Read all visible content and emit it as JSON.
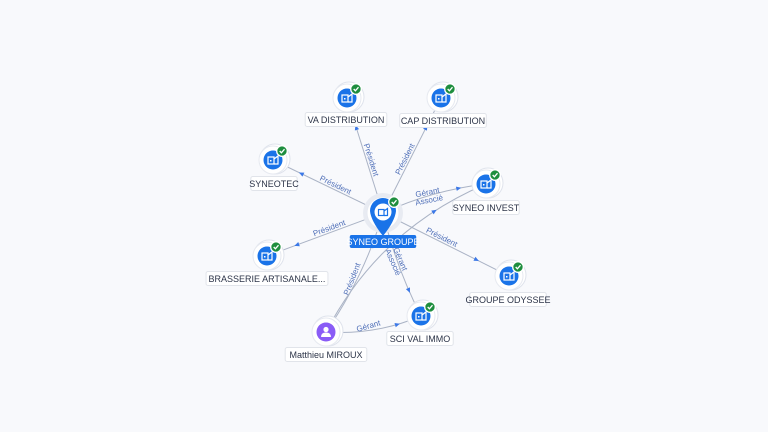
{
  "graph": {
    "center": {
      "id": "syneo-groupe",
      "label": "SYNEO GROUPE",
      "type": "company",
      "verified": true
    },
    "nodes": [
      {
        "id": "va-distribution",
        "label": "VA DISTRIBUTION",
        "type": "company",
        "verified": true
      },
      {
        "id": "cap-distribution",
        "label": "CAP DISTRIBUTION",
        "type": "company",
        "verified": true
      },
      {
        "id": "syneotec",
        "label": "SYNEOTEC",
        "type": "company",
        "verified": true
      },
      {
        "id": "syneo-invest",
        "label": "SYNEO INVEST",
        "type": "company",
        "verified": true
      },
      {
        "id": "brasserie",
        "label": "BRASSERIE ARTISANALE...",
        "type": "company",
        "verified": true
      },
      {
        "id": "groupe-odyssee",
        "label": "GROUPE ODYSSEE",
        "type": "company",
        "verified": true
      },
      {
        "id": "sci-val-immo",
        "label": "SCI VAL IMMO",
        "type": "company",
        "verified": true
      },
      {
        "id": "matthieu-miroux",
        "label": "Matthieu MIROUX",
        "type": "person",
        "verified": false
      }
    ],
    "edges": [
      {
        "from": "syneo-groupe",
        "to": "va-distribution",
        "label": "Président"
      },
      {
        "from": "syneo-groupe",
        "to": "cap-distribution",
        "label": "Président"
      },
      {
        "from": "syneo-groupe",
        "to": "syneotec",
        "label": "Président"
      },
      {
        "from": "syneo-groupe",
        "to": "syneo-invest",
        "label": "Gérant Associé"
      },
      {
        "from": "syneo-groupe",
        "to": "brasserie",
        "label": "Président"
      },
      {
        "from": "syneo-groupe",
        "to": "groupe-odyssee",
        "label": "Président"
      },
      {
        "from": "matthieu-miroux",
        "to": "syneo-groupe",
        "label": "Président"
      },
      {
        "from": "syneo-groupe",
        "to": "sci-val-immo",
        "label": "Gérant Associé"
      },
      {
        "from": "matthieu-miroux",
        "to": "sci-val-immo",
        "label": "Gérant"
      },
      {
        "from": "matthieu-miroux",
        "to": "syneo-invest",
        "label": ""
      }
    ]
  },
  "icons": {
    "company": "building-icon",
    "person": "person-icon",
    "verified": "check-badge-icon"
  },
  "colors": {
    "accent": "#1a73e8",
    "verified": "#1e8e3e",
    "person": "#8a5cf6",
    "edge": "#aab3c5",
    "edge_label": "#4f6fb8"
  }
}
